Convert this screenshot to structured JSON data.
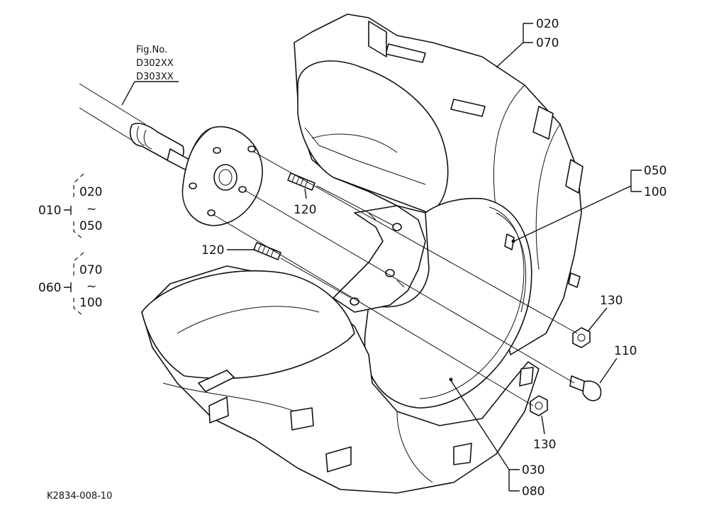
{
  "figure": {
    "fig_no_label": "Fig.No.",
    "fig_codes": [
      "D302XX",
      "D303XX"
    ],
    "drawing_code": "K2834-008-10"
  },
  "callouts": {
    "p020_070": [
      "020",
      "070"
    ],
    "p050_100": [
      "050",
      "100"
    ],
    "p030_080": [
      "030",
      "080"
    ],
    "p120_top": "120",
    "p120_bottom": "120",
    "p130_top": "130",
    "p130_bottom": "130",
    "p110": "110"
  },
  "groups": {
    "g010": {
      "label": "010",
      "from": "020",
      "tilde": "~",
      "to": "050"
    },
    "g060": {
      "label": "060",
      "from": "070",
      "tilde": "~",
      "to": "100"
    }
  }
}
